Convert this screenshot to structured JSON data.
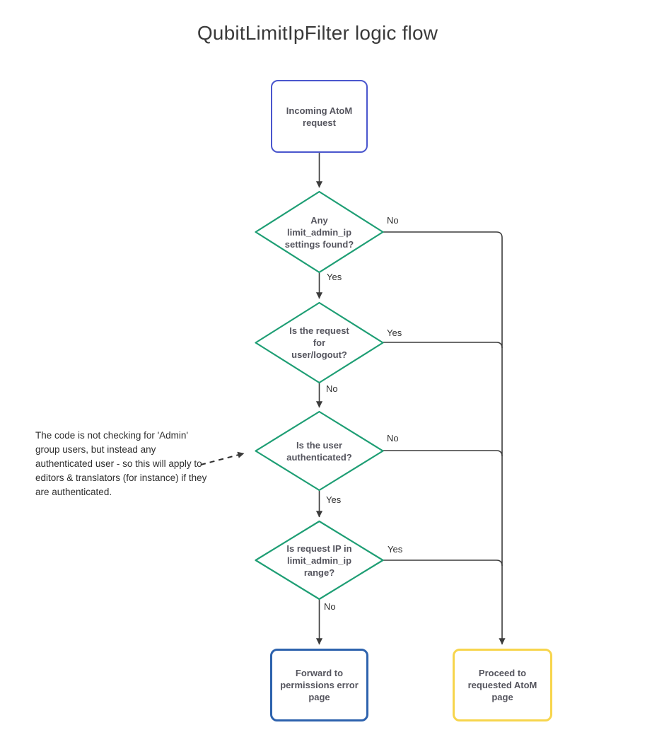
{
  "title": "QubitLimitIpFilter logic flow",
  "nodes": {
    "start": {
      "label": "Incoming AtoM\nrequest"
    },
    "d1": {
      "label": "Any\nlimit_admin_ip\nsettings found?"
    },
    "d2": {
      "label": "Is the request\nfor\nuser/logout?"
    },
    "d3": {
      "label": "Is the user\nauthenticated?"
    },
    "d4": {
      "label": "Is request IP in\nlimit_admin_ip\nrange?"
    },
    "error": {
      "label": "Forward to\npermissions error\npage"
    },
    "success": {
      "label": "Proceed to\nrequested AtoM\npage"
    }
  },
  "edge_labels": {
    "d1_no": "No",
    "d1_yes": "Yes",
    "d2_yes": "Yes",
    "d2_no": "No",
    "d3_no": "No",
    "d3_yes": "Yes",
    "d4_yes": "Yes",
    "d4_no": "No"
  },
  "annotation": {
    "text": "The code is not checking for 'Admin'\ngroup users, but instead any\nauthenticated user - so this will apply to\neditors & translators (for instance) if they\nare authenticated."
  },
  "colors": {
    "start_border": "#4a56cd",
    "decision_border": "#1e9e74",
    "error_border": "#2d62ad",
    "success_border": "#f7d54c",
    "connector": "#3b3b3b",
    "node_text": "#55555e",
    "title_text": "#3a3a3a"
  }
}
